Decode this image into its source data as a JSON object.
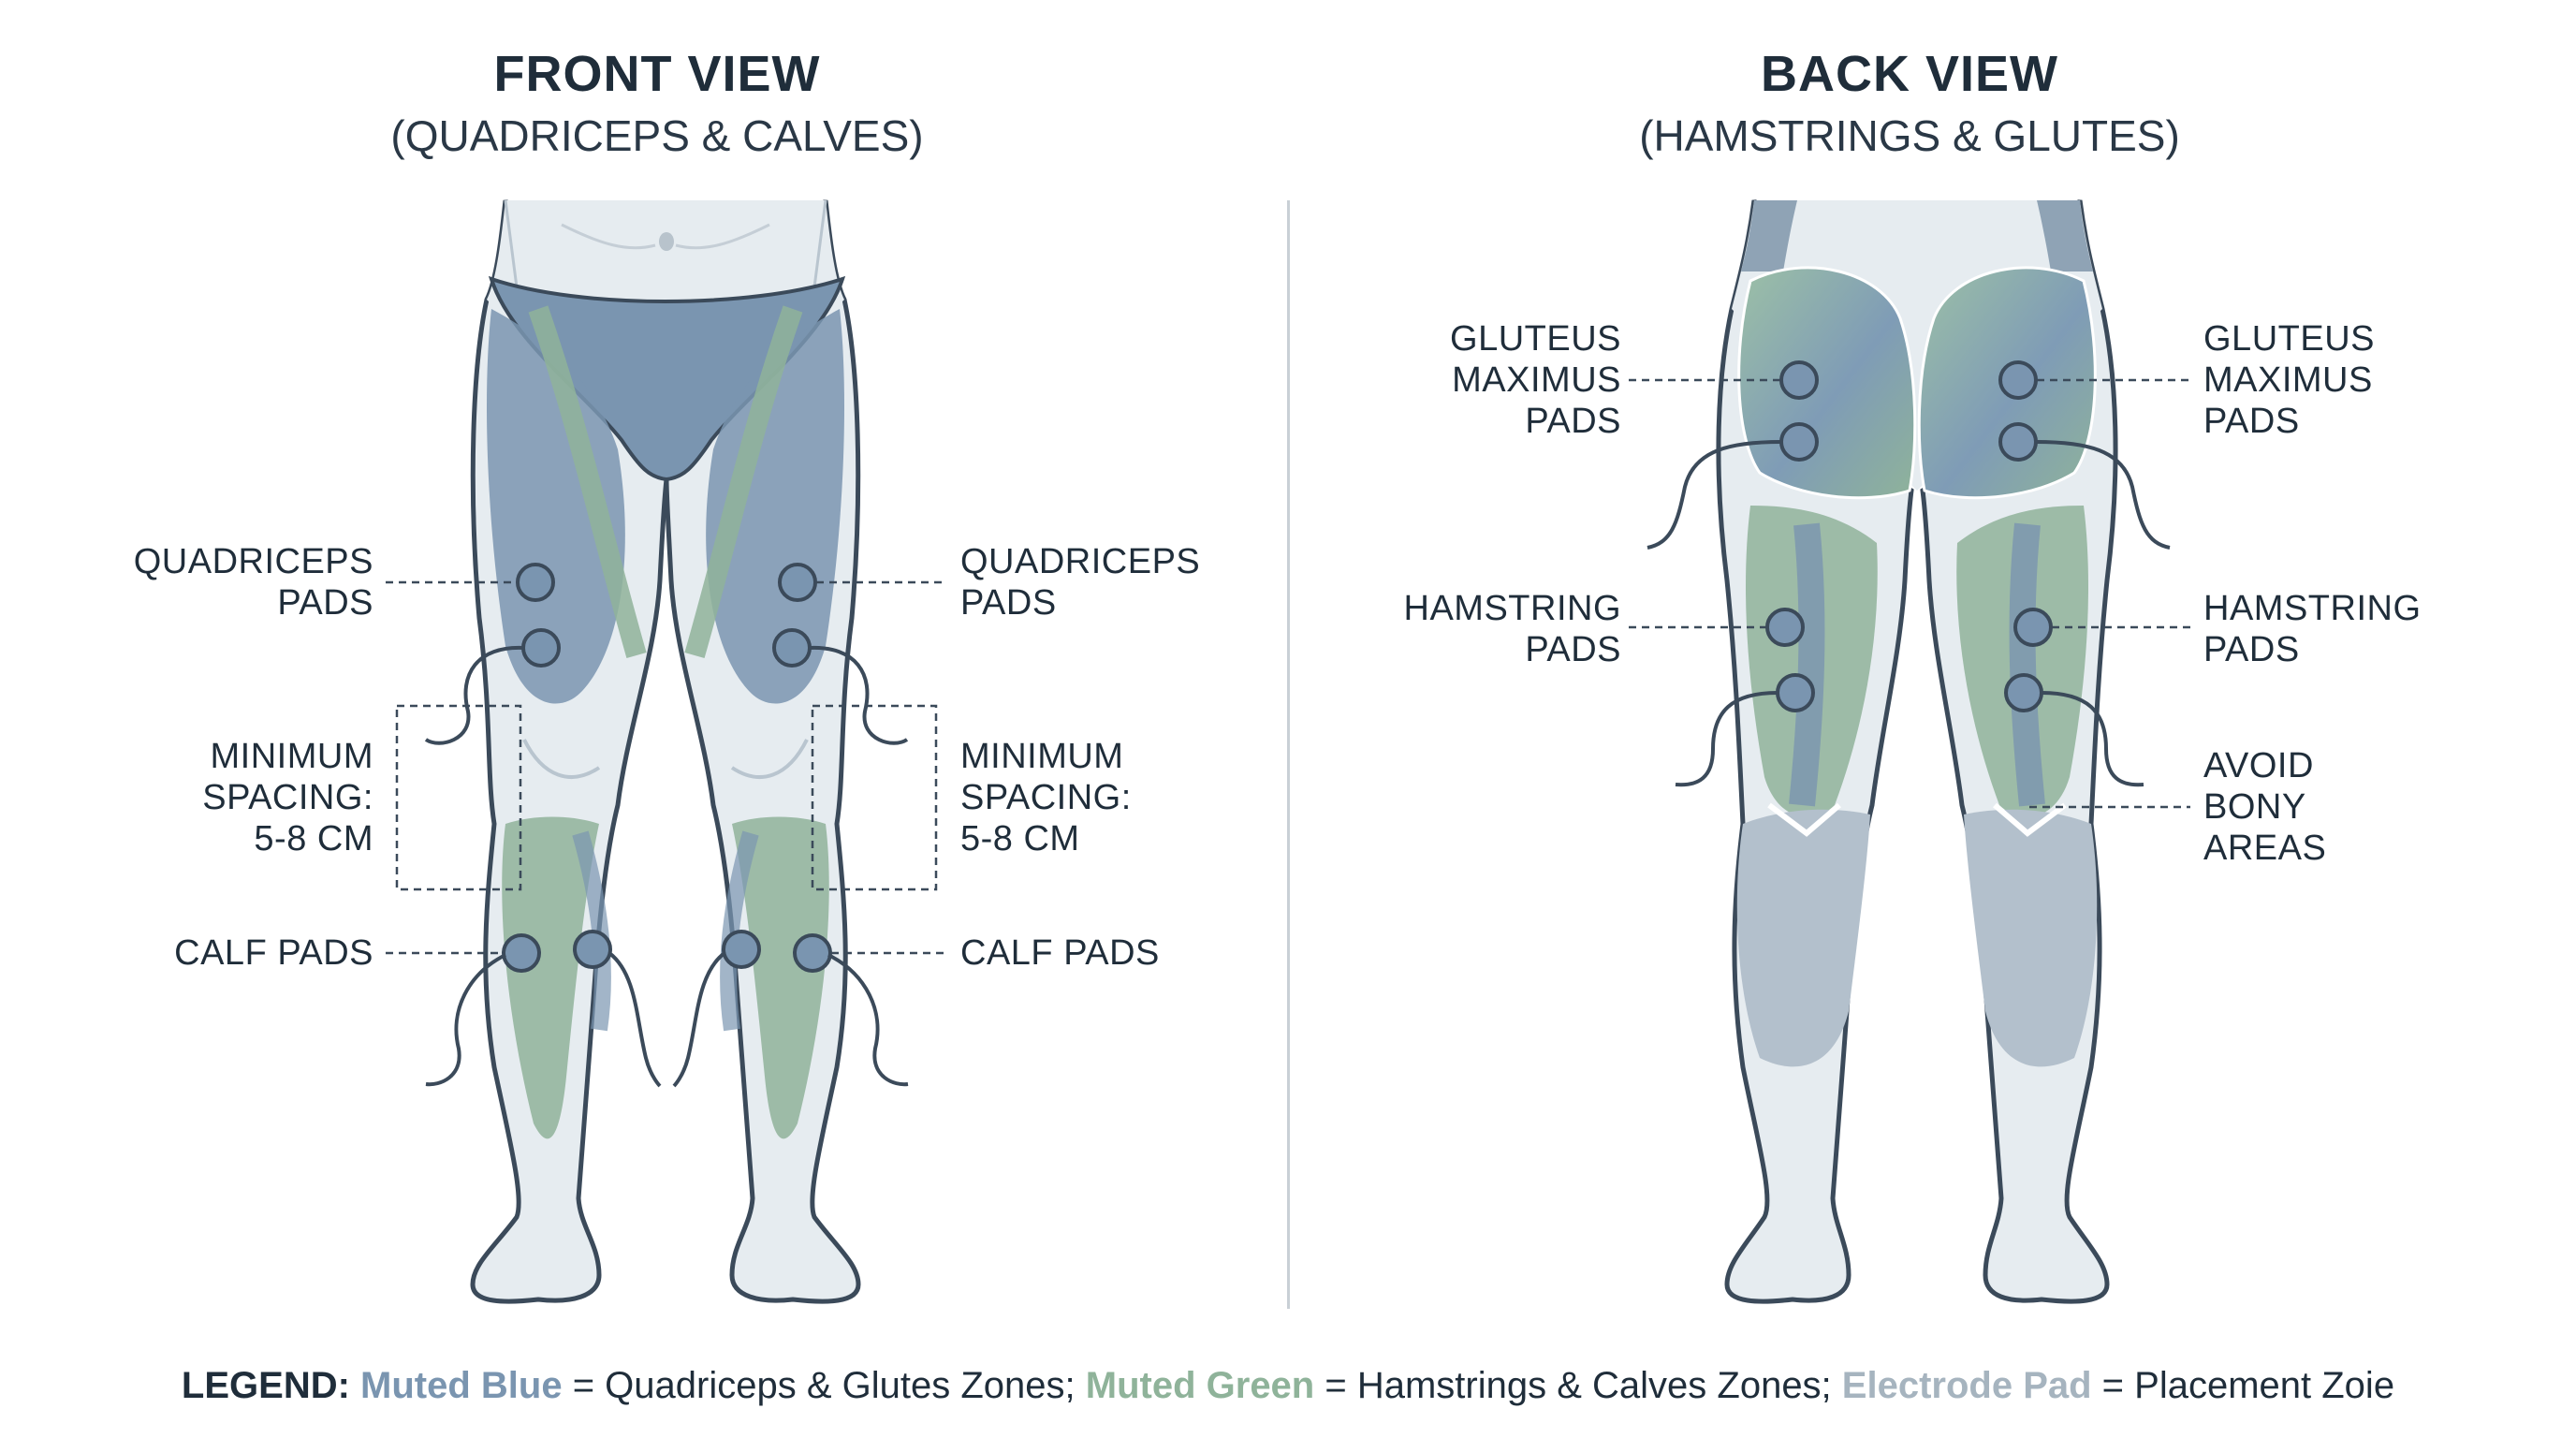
{
  "front": {
    "title": "FRONT VIEW",
    "subtitle": "(QUADRICEPS & CALVES)"
  },
  "back": {
    "title": "BACK VIEW",
    "subtitle": "(HAMSTRINGS & GLUTES)"
  },
  "labels": {
    "quad_left": "QUADRICEPS\nPADS",
    "quad_right": "QUADRICEPS\nPADS",
    "spacing_left": "MINIMUM\nSPACING:\n5-8 CM",
    "spacing_right": "MINIMUM\nSPACING:\n5-8 CM",
    "calf_left": "CALF PADS",
    "calf_right": "CALF PADS",
    "glute_left": "GLUTEUS\nMAXIMUS\nPADS",
    "glute_right": "GLUTEUS\nMAXIMUS\nPADS",
    "ham_left": "HAMSTRING\nPADS",
    "ham_right": "HAMSTRING\nPADS",
    "avoid": "AVOID\nBONY\nAREAS"
  },
  "legend": {
    "key": "LEGEND:",
    "blue_name": "Muted Blue",
    "blue_desc": " = Quadriceps & Glutes Zones; ",
    "green_name": "Muted Green",
    "green_desc": " = Hamstrings & Calves Zones; ",
    "pad_name": "Electrode Pad",
    "pad_desc": " = Placement Zoie"
  },
  "colors": {
    "muted_blue": "#7a95b0",
    "muted_green": "#8fb39a",
    "electrode_pad": "#a6b4bf",
    "skin": "#e6ecf0",
    "outline": "#3b4a5a"
  }
}
